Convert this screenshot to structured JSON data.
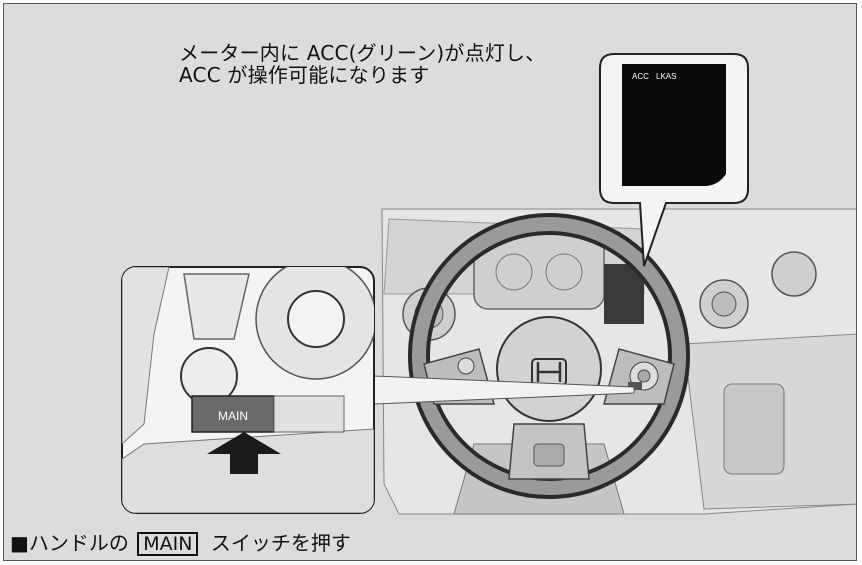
{
  "callout": {
    "line1": "メーター内に ACC(グリーン)が点灯し、",
    "line2": "ACC が操作可能になります"
  },
  "meter_display": {
    "acc_label": "ACC",
    "lkas_label": "LKAS"
  },
  "switch": {
    "main_label": "MAIN"
  },
  "caption": {
    "prefix": "■ハンドルの",
    "key": "MAIN",
    "suffix": "スイッチを押す"
  },
  "colors": {
    "background": "#dcdcdc",
    "frame_border": "#555555",
    "display_bg": "#0a0a0a",
    "arrow": "#1a1a1a"
  }
}
